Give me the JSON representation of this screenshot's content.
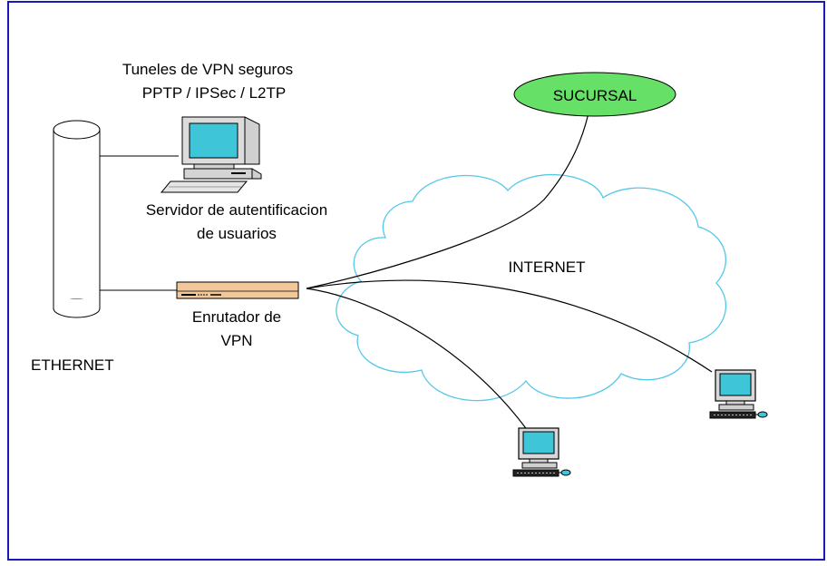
{
  "diagram": {
    "labels": {
      "vpn_tunnels_line1": "Tuneles de VPN seguros",
      "vpn_tunnels_line2": "PPTP / IPSec / L2TP",
      "auth_server_line1": "Servidor de autentificacion",
      "auth_server_line2": "de usuarios",
      "router_line1": "Enrutador de",
      "router_line2": "VPN",
      "ethernet": "ETHERNET",
      "internet": "INTERNET",
      "branch": "SUCURSAL"
    },
    "colors": {
      "frame": "#1a1ab8",
      "branch_fill": "#66e066",
      "cloud_stroke": "#55c8e8",
      "screen": "#3ec6d8",
      "router_body": "#f2c89a"
    },
    "icons": [
      "ethernet-bus-icon",
      "server-computer-icon",
      "vpn-router-icon",
      "internet-cloud-icon",
      "remote-computer-icon"
    ]
  }
}
